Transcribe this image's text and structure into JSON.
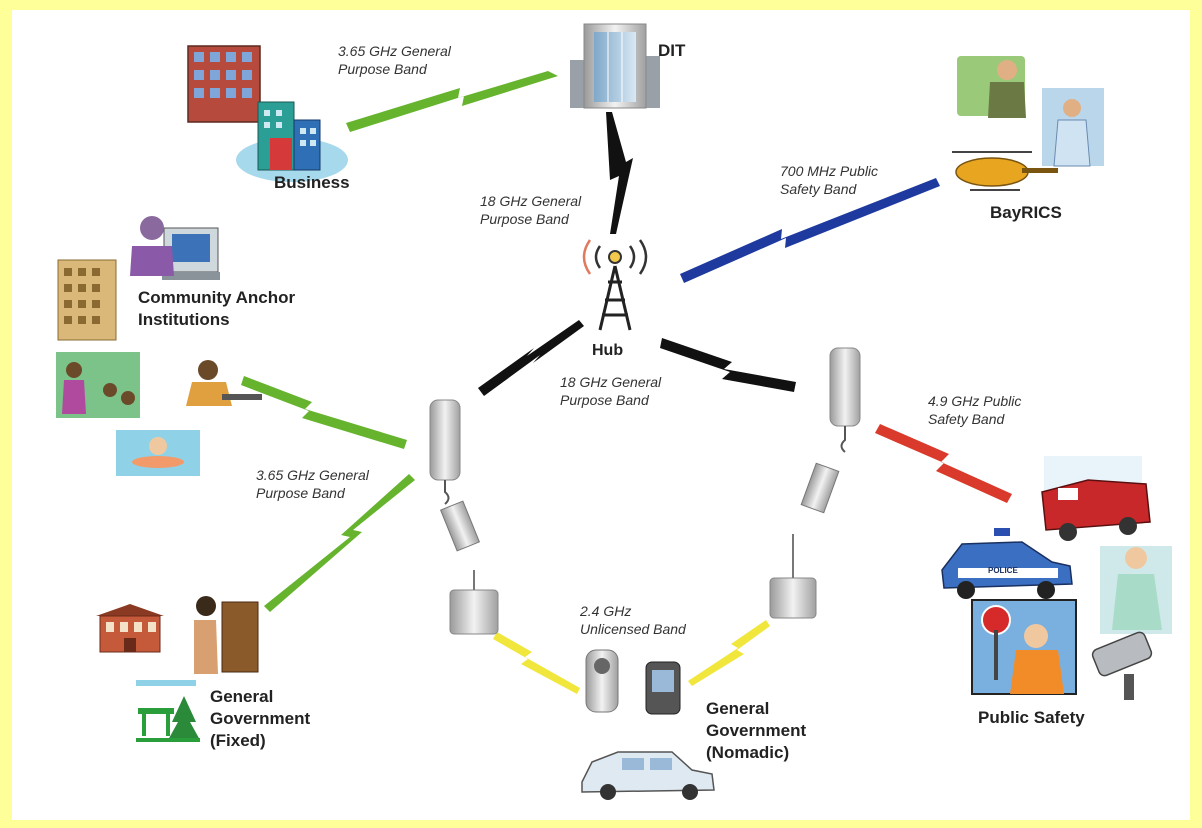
{
  "nodes": {
    "dit": "DIT",
    "hub": "Hub",
    "business": "Business",
    "bayrics": "BayRICS",
    "community_line1": "Community Anchor",
    "community_line2": "Institutions",
    "gov_fixed_line1": "General",
    "gov_fixed_line2": "Government",
    "gov_fixed_line3": "(Fixed)",
    "gov_nomadic_line1": "General",
    "gov_nomadic_line2": "Government",
    "gov_nomadic_line3": "(Nomadic)",
    "public_safety": "Public Safety",
    "police_text": "POLICE"
  },
  "links": {
    "business_dit": [
      "3.65 GHz General",
      "Purpose Band"
    ],
    "dit_hub": [
      "18 GHz General",
      "Purpose Band"
    ],
    "hub_bayrics": [
      "700 MHz Public",
      "Safety Band"
    ],
    "hub_towers": [
      "18 GHz General",
      "Purpose Band"
    ],
    "tower_public_safety": [
      "4.9 GHz Public",
      "Safety Band"
    ],
    "tower_gov_fixed": [
      "3.65 GHz General",
      "Purpose Band"
    ],
    "nomadic": [
      "2.4 GHz",
      "Unlicensed Band"
    ]
  },
  "colors": {
    "frame": "#ffff99",
    "general_purpose_3_65": "#66b32e",
    "general_purpose_18": "#111111",
    "public_safety_700": "#1f3a9e",
    "public_safety_4_9": "#d93a2b",
    "unlicensed_2_4": "#f0e63c"
  }
}
